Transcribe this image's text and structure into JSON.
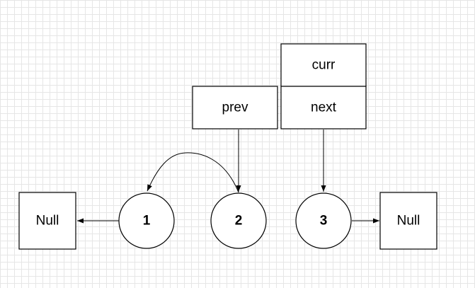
{
  "diagram": {
    "null_left": "Null",
    "null_right": "Null",
    "nodes": [
      "1",
      "2",
      "3"
    ],
    "pointers": {
      "prev": "prev",
      "curr": "curr",
      "next": "next"
    }
  }
}
